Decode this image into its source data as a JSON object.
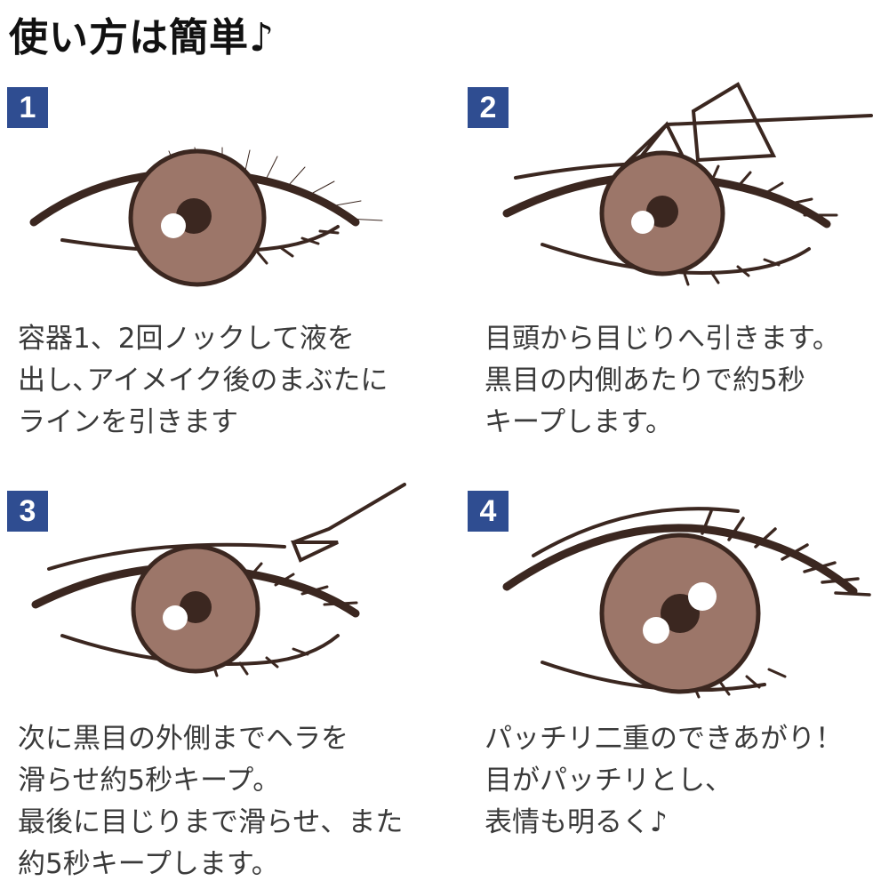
{
  "title": "使い方は簡単♪",
  "steps": [
    {
      "number": "1",
      "lines": [
        "容器1、2回ノックして液を",
        "出し､アイメイク後のまぶたに",
        "ラインを引きます"
      ]
    },
    {
      "number": "2",
      "lines": [
        "目頭から目じりへ引きます。",
        "黒目の内側あたりで約5秒",
        "キープします。"
      ]
    },
    {
      "number": "3",
      "lines": [
        "次に黒目の外側までヘラを",
        "滑らせ約5秒キープ。",
        "最後に目じりまで滑らせ、また",
        "約5秒キープします。"
      ]
    },
    {
      "number": "4",
      "lines": [
        "パッチリ二重のできあがり！",
        "目がパッチリとし、",
        "表情も明るく♪"
      ]
    }
  ],
  "colors": {
    "badge": "#2f4d91",
    "iris": "#9c7669",
    "line": "#3b2720"
  }
}
